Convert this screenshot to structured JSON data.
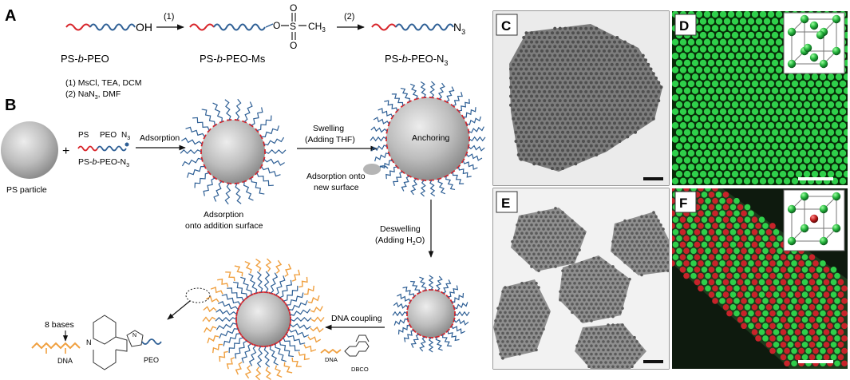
{
  "panels": {
    "A": {
      "letter": "A",
      "labels": {
        "oh": "OH",
        "ms_group": {
          "o": "O",
          "s": "S",
          "ch3": "CH",
          "ch3_sub": "3"
        },
        "n3": {
          "n": "N",
          "sub": "3"
        },
        "step1": "(1)",
        "step2": "(2)",
        "compound1": {
          "pre": "PS-",
          "italic": "b",
          "post": "-PEO"
        },
        "compound2": {
          "pre": "PS-",
          "italic": "b",
          "post": "-PEO-Ms"
        },
        "compound3": {
          "pre": "PS-",
          "italic": "b",
          "post": "-PEO-N",
          "sub": "3"
        }
      },
      "conditions": {
        "line1": "(1) MsCl, TEA, DCM",
        "line2_pre": "(2) NaN",
        "line2_sub": "3",
        "line2_post": ", DMF"
      }
    },
    "B": {
      "letter": "B",
      "labels": {
        "ps_particle": "PS particle",
        "plus": "+",
        "ps": "PS",
        "peo": "PEO",
        "n3_tag": {
          "n": "N",
          "sub": "3"
        },
        "polymer": {
          "pre": "PS-",
          "italic": "b",
          "post": "-PEO-N",
          "sub": "3"
        },
        "adsorption": "Adsorption",
        "swelling_1": "Swelling",
        "swelling_2": "(Adding THF)",
        "anchoring": "Anchoring",
        "adsorption_new_1": "Adsorption onto",
        "adsorption_new_2": "new surface",
        "adsorption_add_1": "Adsorption",
        "adsorption_add_2": "onto addition surface",
        "deswelling_1": "Deswelling",
        "deswelling_2": {
          "pre": "(Adding H",
          "sub": "2",
          "post": "O)"
        },
        "dna_coupling": "DNA coupling",
        "eight_bases": "8 bases",
        "dna": "DNA",
        "peo_small": "PEO",
        "n_label": "N",
        "dna_small": "DNA",
        "dbco": "DBCO"
      }
    },
    "C": {
      "letter": "C"
    },
    "D": {
      "letter": "D"
    },
    "E": {
      "letter": "E"
    },
    "F": {
      "letter": "F"
    }
  },
  "colors": {
    "ps_chain": "#d8242a",
    "peo_chain": "#2e5f95",
    "dna": "#f0a040",
    "green": "#2fcf4a",
    "red": "#c8232a"
  }
}
